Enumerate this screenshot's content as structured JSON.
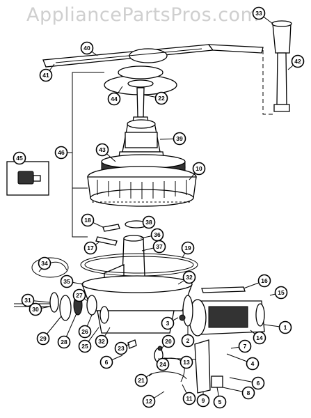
{
  "watermark": "AppliancePartsPros.com",
  "callouts": [
    {
      "label": "33"
    },
    {
      "label": "40"
    },
    {
      "label": "42"
    },
    {
      "label": "41"
    },
    {
      "label": "44"
    },
    {
      "label": "22"
    },
    {
      "label": "39"
    },
    {
      "label": "43"
    },
    {
      "label": "46"
    },
    {
      "label": "45"
    },
    {
      "label": "10"
    },
    {
      "label": "18"
    },
    {
      "label": "38"
    },
    {
      "label": "36"
    },
    {
      "label": "17"
    },
    {
      "label": "37"
    },
    {
      "label": "19"
    },
    {
      "label": "34"
    },
    {
      "label": "35"
    },
    {
      "label": "32"
    },
    {
      "label": "16"
    },
    {
      "label": "15"
    },
    {
      "label": "31"
    },
    {
      "label": "27"
    },
    {
      "label": "30"
    },
    {
      "label": "29"
    },
    {
      "label": "28"
    },
    {
      "label": "26"
    },
    {
      "label": "25"
    },
    {
      "label": "32"
    },
    {
      "label": "3"
    },
    {
      "label": "2"
    },
    {
      "label": "1"
    },
    {
      "label": "14"
    },
    {
      "label": "20"
    },
    {
      "label": "7"
    },
    {
      "label": "23"
    },
    {
      "label": "6"
    },
    {
      "label": "24"
    },
    {
      "label": "13"
    },
    {
      "label": "4"
    },
    {
      "label": "21"
    },
    {
      "label": "6"
    },
    {
      "label": "8"
    },
    {
      "label": "12"
    },
    {
      "label": "11"
    },
    {
      "label": "9"
    },
    {
      "label": "5"
    }
  ]
}
